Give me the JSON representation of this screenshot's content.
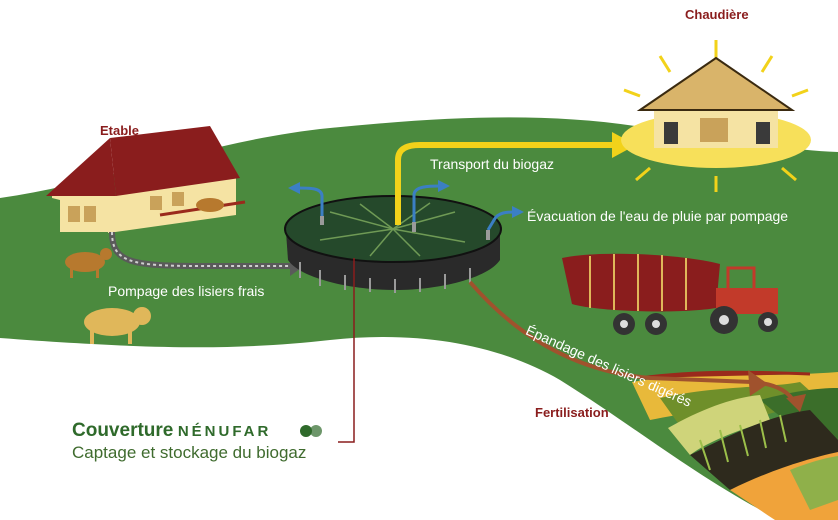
{
  "labels": {
    "etable": "Etable",
    "chaudiere": "Chaudière",
    "fertilisation": "Fertilisation",
    "transport": "Transport du biogaz",
    "evacuation": "Évacuation de l'eau de pluie par pompage",
    "pompage": "Pompage des lisiers frais",
    "epandage": "Épandage des lisiers digérés"
  },
  "brand": {
    "prefix": "Couverture",
    "name": "NÉNUFAR",
    "tagline": "Captage et stockage du biogaz"
  },
  "colors": {
    "field_green": "#4b8a3e",
    "dark_green": "#24472a",
    "heading_red": "#8a1d1d",
    "arrow_yellow": "#f2d21a",
    "slurry_brown": "#a0522d",
    "brand_green": "#2f6a2b"
  }
}
